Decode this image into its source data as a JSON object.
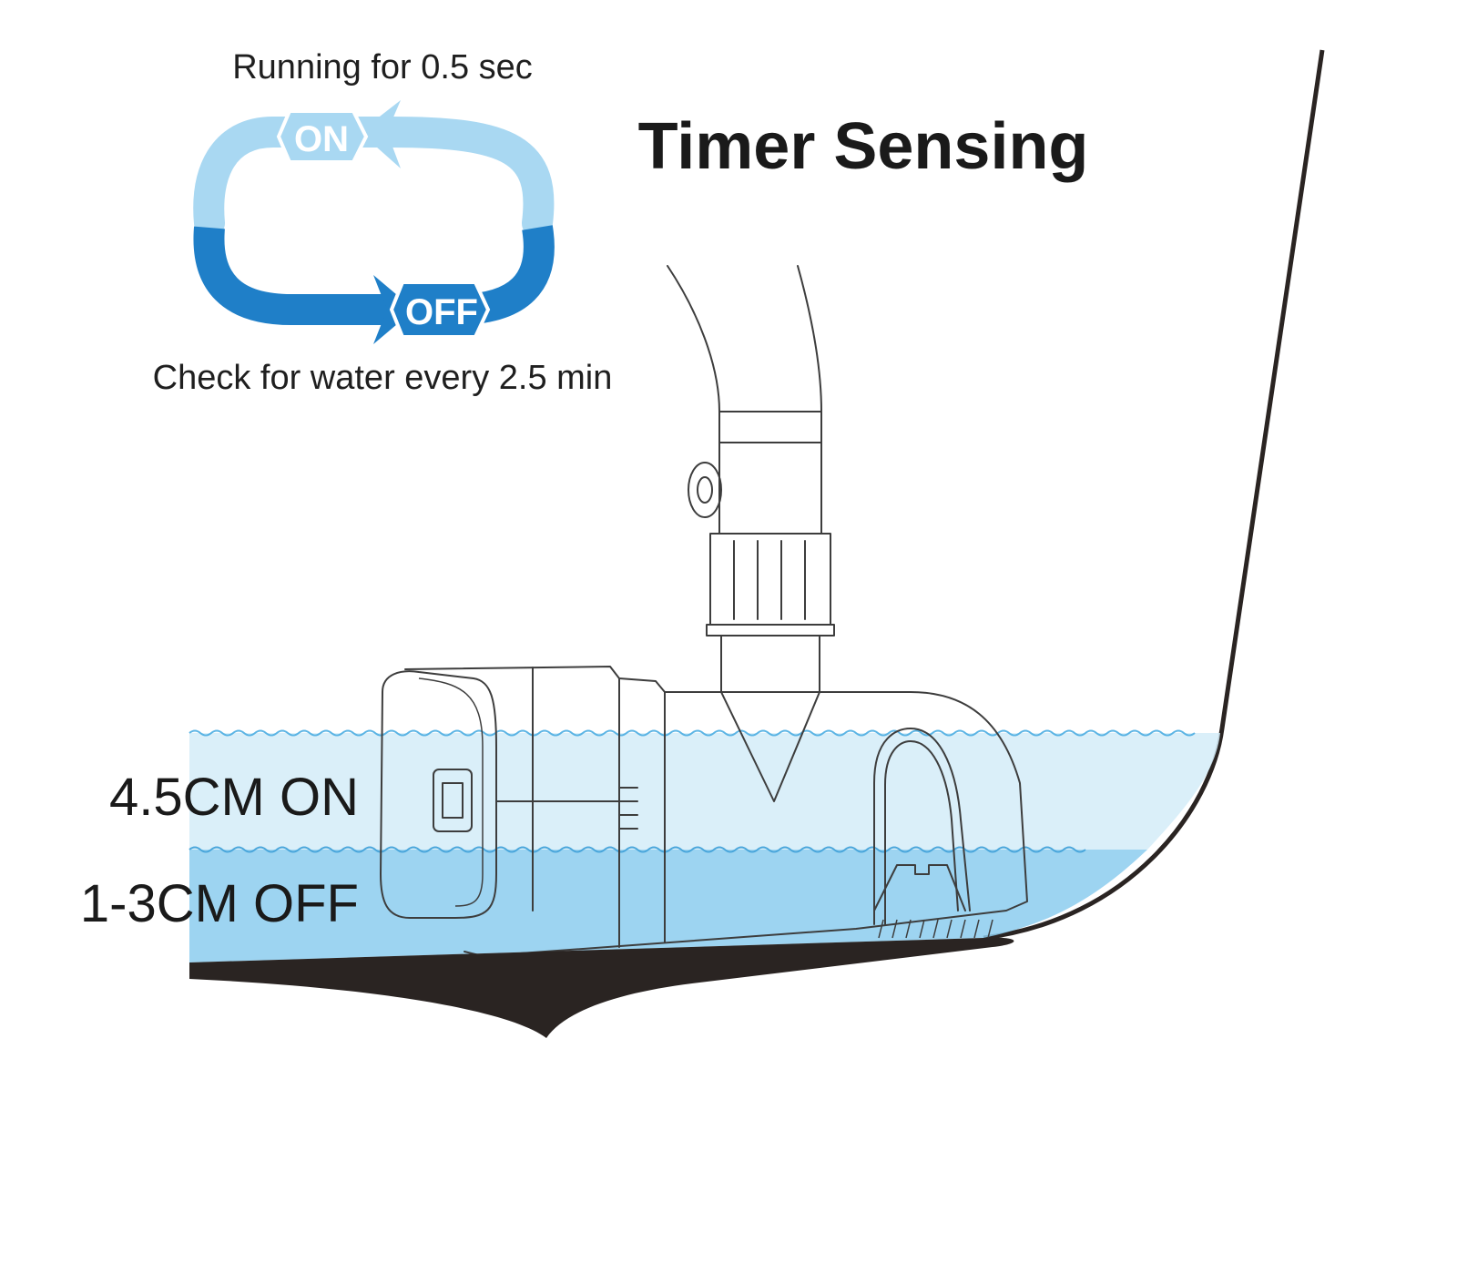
{
  "title": "Timer Sensing",
  "cycle": {
    "top_text": "Running for 0.5 sec",
    "on_label": "ON",
    "off_label": "OFF",
    "bottom_text": "Check for water every 2.5 min"
  },
  "levels": {
    "on": "4.5CM ON",
    "off": "1-3CM OFF"
  },
  "colors": {
    "light_blue": "#a9d8f2",
    "mid_blue": "#6fc0ea",
    "dark_blue": "#1f7fc8",
    "water_top": "#d4ecf8",
    "water_bottom": "#8ccdee",
    "hull": "#2a2422"
  }
}
